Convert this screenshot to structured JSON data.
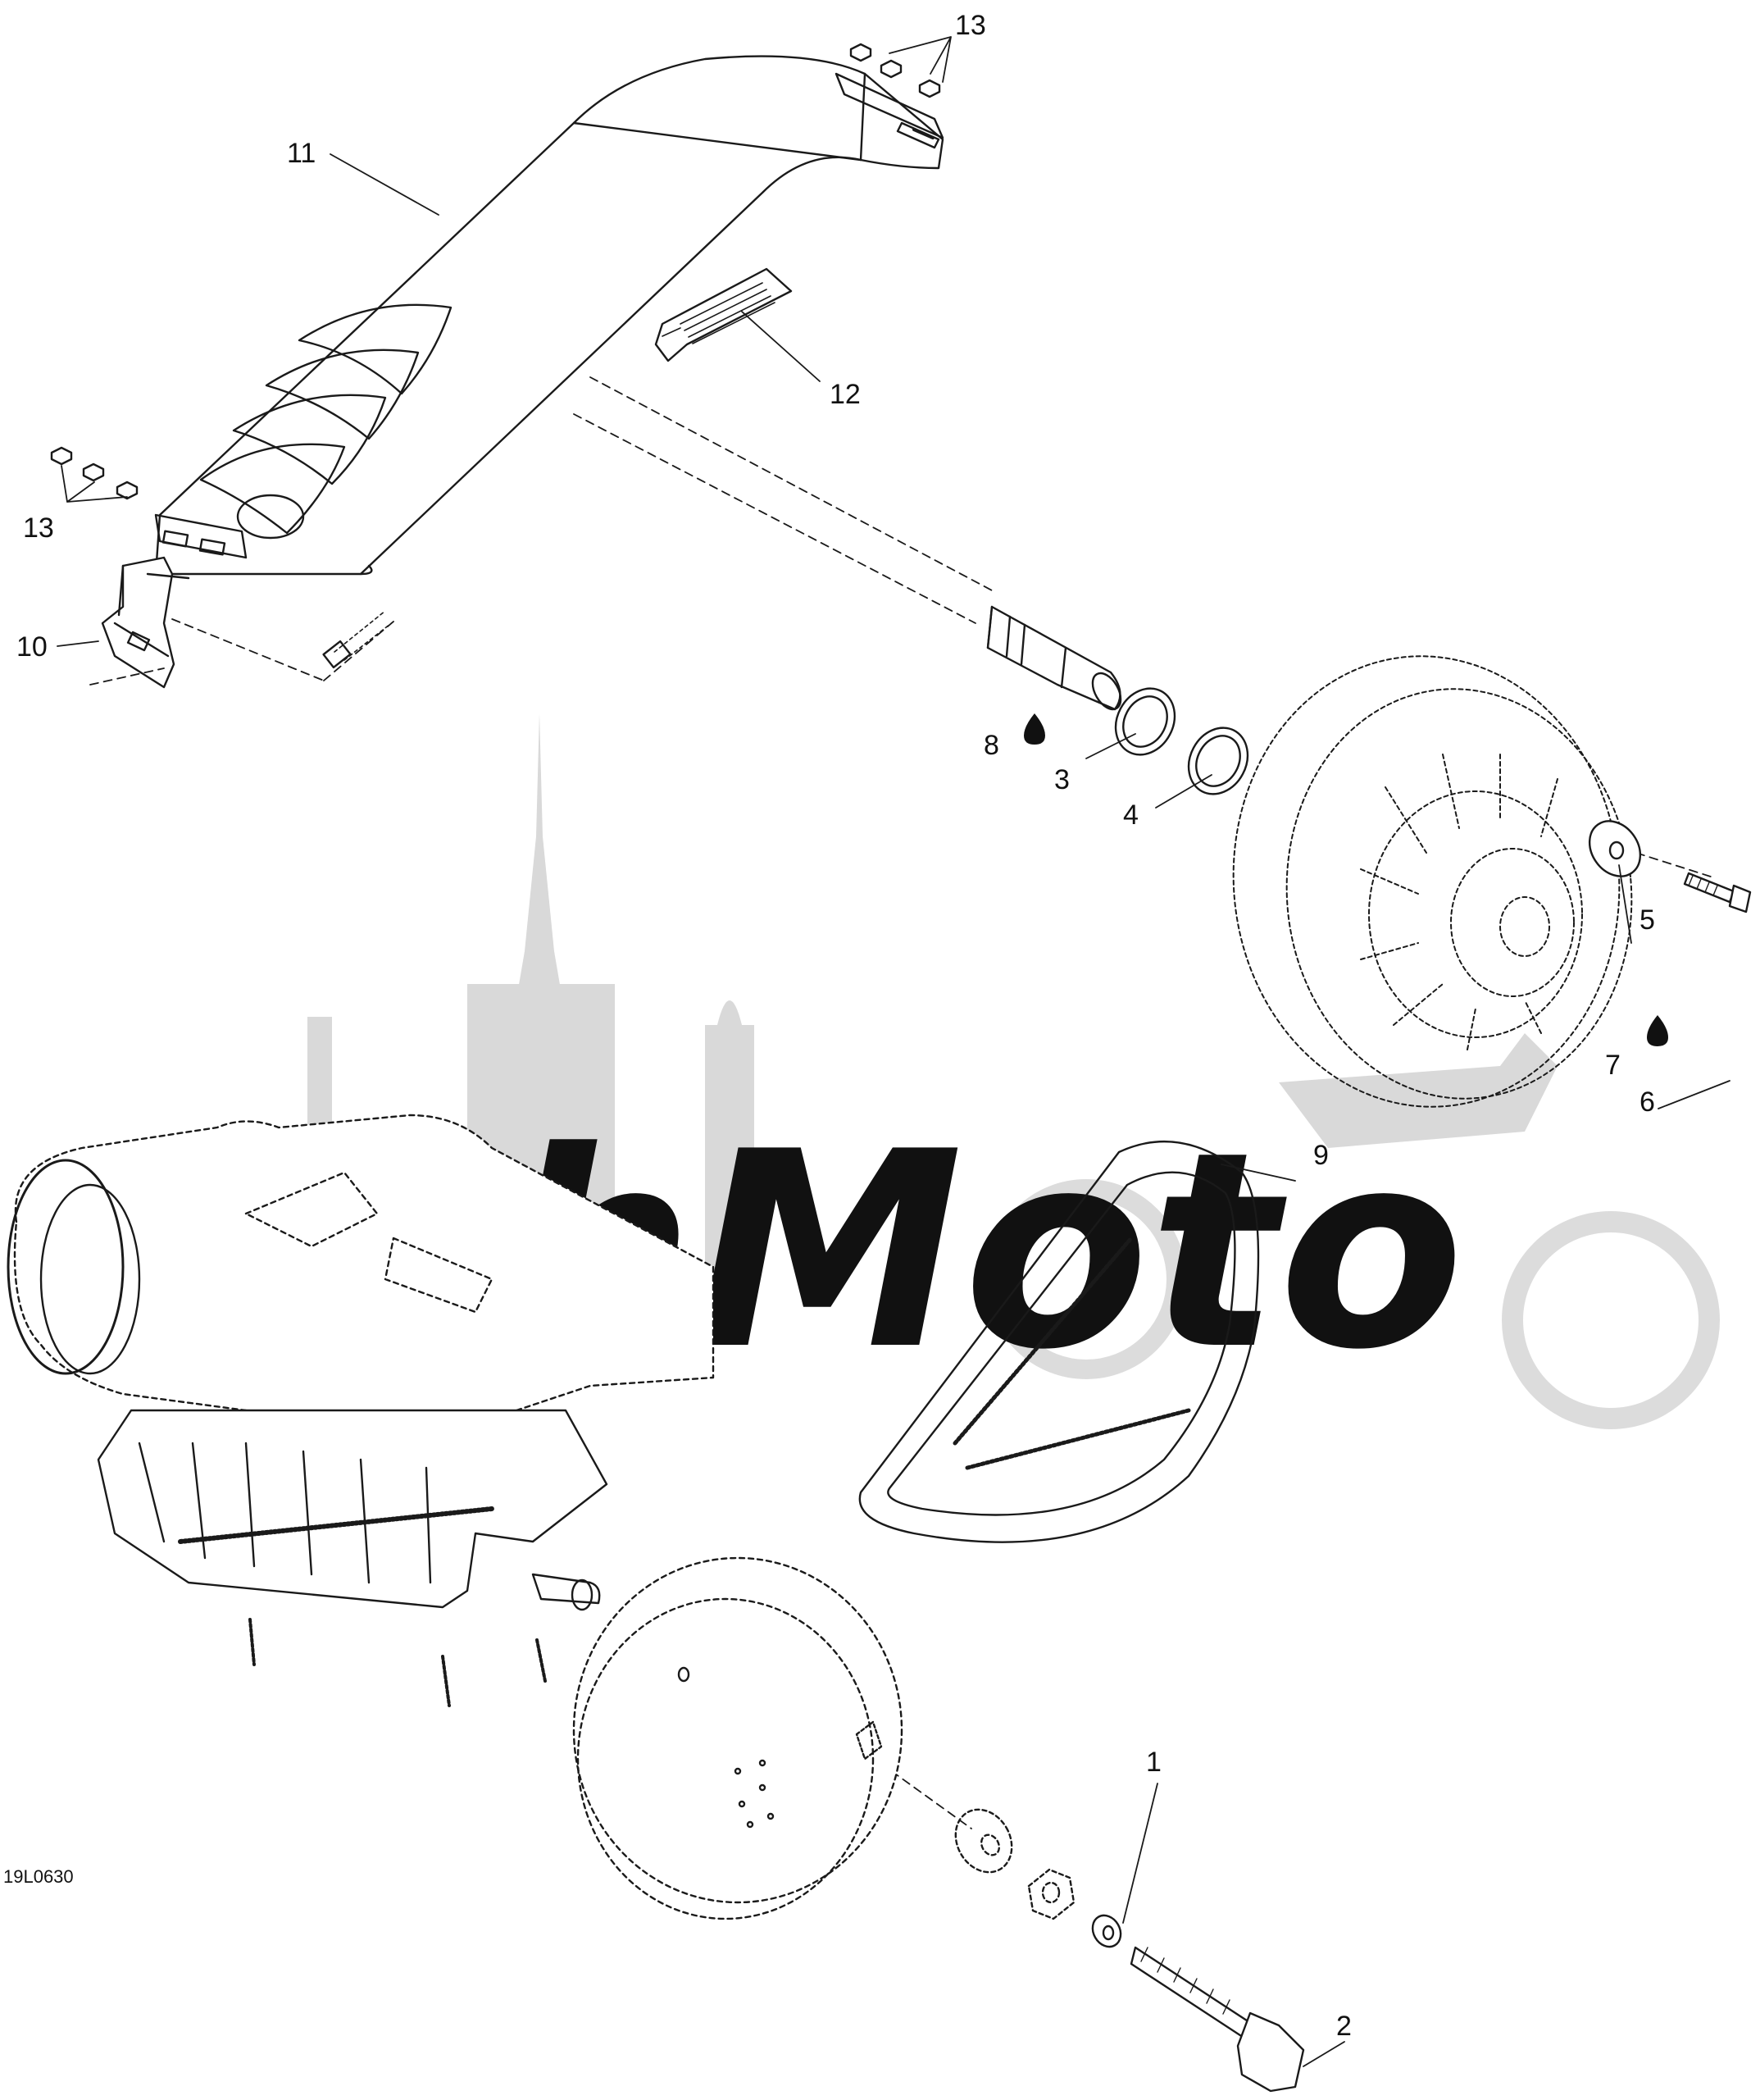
{
  "diagram": {
    "drawing_code": "19L0630",
    "watermark": "AshMoto",
    "callouts": [
      {
        "id": "c1",
        "label": "1"
      },
      {
        "id": "c2",
        "label": "2"
      },
      {
        "id": "c3",
        "label": "3"
      },
      {
        "id": "c4",
        "label": "4"
      },
      {
        "id": "c5",
        "label": "5"
      },
      {
        "id": "c6",
        "label": "6"
      },
      {
        "id": "c7",
        "label": "7"
      },
      {
        "id": "c8",
        "label": "8"
      },
      {
        "id": "c9",
        "label": "9"
      },
      {
        "id": "c10",
        "label": "10"
      },
      {
        "id": "c11",
        "label": "11"
      },
      {
        "id": "c12",
        "label": "12"
      },
      {
        "id": "c13a",
        "label": "13"
      },
      {
        "id": "c13b",
        "label": "13"
      }
    ]
  }
}
